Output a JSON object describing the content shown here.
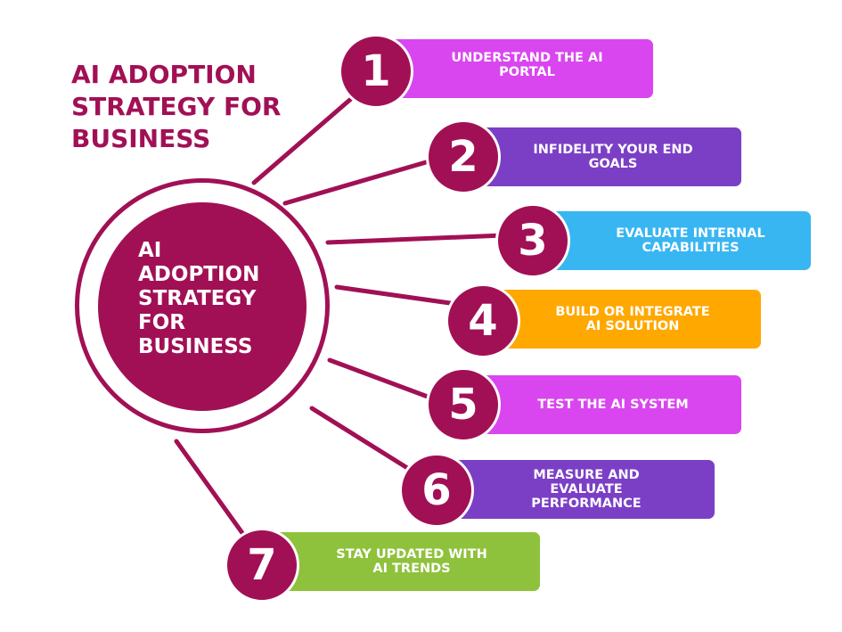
{
  "title": "AI ADOPTION\nSTRATEGY FOR\nBUSINESS",
  "hub": {
    "label": "AI\nADOPTION\nSTRATEGY\nFOR\nBUSINESS"
  },
  "colors": {
    "primary": "#a11055",
    "magenta": "#d946ef",
    "purple": "#7b3fc6",
    "blue": "#38b6f2",
    "orange": "#ffa800",
    "green": "#8fc23c"
  },
  "steps": [
    {
      "number": "1",
      "label": "UNDERSTAND THE AI\nPORTAL",
      "color": "#d946ef"
    },
    {
      "number": "2",
      "label": "INFIDELITY YOUR END\nGOALS",
      "color": "#7b3fc6"
    },
    {
      "number": "3",
      "label": "EVALUATE INTERNAL\nCAPABILITIES",
      "color": "#38b6f2"
    },
    {
      "number": "4",
      "label": "BUILD OR INTEGRATE\nAI SOLUTION",
      "color": "#ffa800"
    },
    {
      "number": "5",
      "label": "TEST THE AI SYSTEM",
      "color": "#d946ef"
    },
    {
      "number": "6",
      "label": "MEASURE AND\nEVALUATE\nPERFORMANCE",
      "color": "#7b3fc6"
    },
    {
      "number": "7",
      "label": "STAY UPDATED WITH\nAI TRENDS",
      "color": "#8fc23c"
    }
  ]
}
